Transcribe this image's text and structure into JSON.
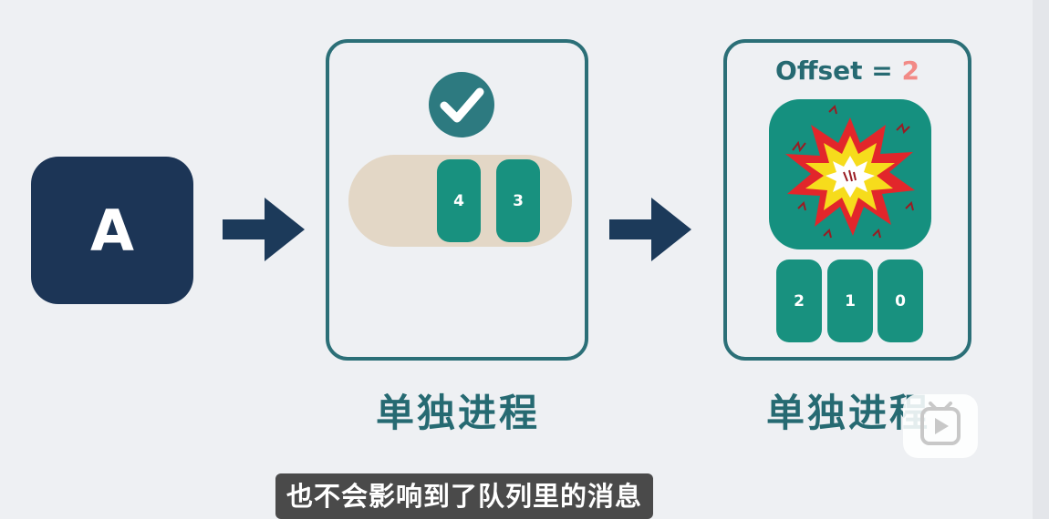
{
  "producer": {
    "label": "A"
  },
  "process1": {
    "status_icon": "check-icon",
    "queue_messages": [
      "4",
      "3"
    ],
    "caption": "单独进程"
  },
  "process2": {
    "offset_label": "Offset =",
    "offset_value": "2",
    "status_icon": "explosion-icon",
    "messages": [
      "2",
      "1",
      "0"
    ],
    "caption": "单独进程"
  },
  "subtitle": "也不会影响到了队列里的消息",
  "colors": {
    "navy": "#1c3556",
    "teal": "#18917f",
    "teal_dark": "#266a72",
    "offset_red": "#f28a86",
    "pill_beige": "#e3d7c6"
  }
}
